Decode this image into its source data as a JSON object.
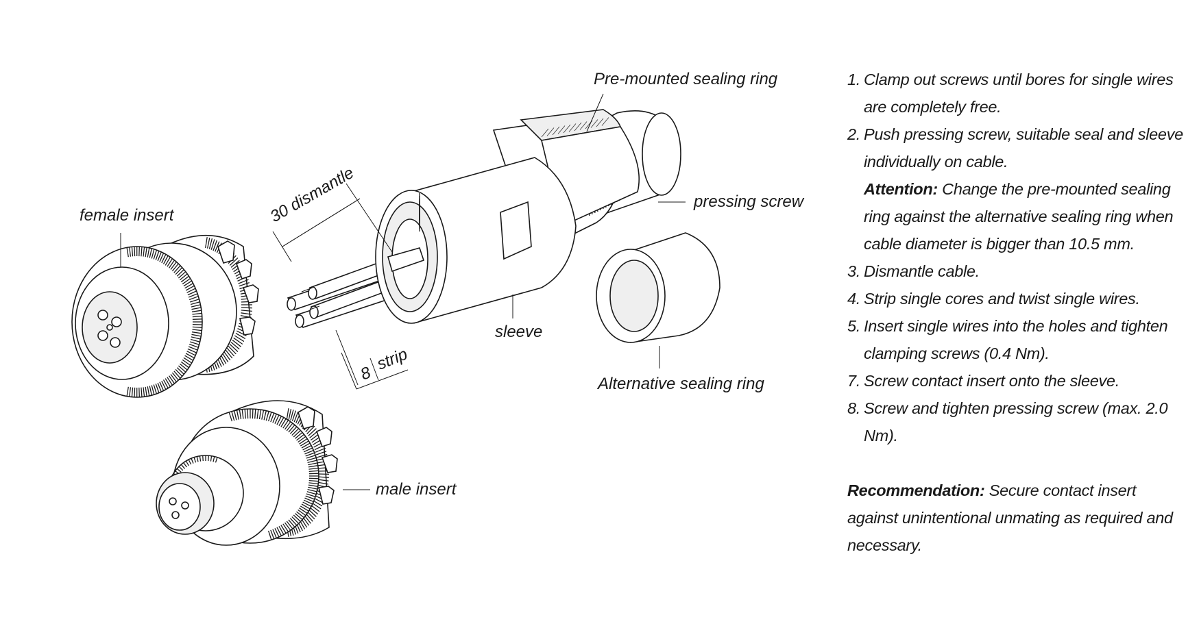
{
  "labels": {
    "female_insert": "female insert",
    "male_insert": "male insert",
    "dismantle": "30 dismantle",
    "strip_num": "8",
    "strip": "strip",
    "sleeve": "sleeve",
    "pre_mounted": "Pre-mounted sealing ring",
    "pressing_screw": "pressing screw",
    "alt_ring": "Alternative sealing ring"
  },
  "steps": [
    {
      "num": "1.",
      "text": "Clamp out screws until bores for single wires are completely free."
    },
    {
      "num": "2.",
      "text": "Push pressing screw, suitable seal and sleeve individually on cable."
    },
    {
      "num": "3.",
      "text": "Dismantle cable."
    },
    {
      "num": "4.",
      "text": "Strip single cores and twist single wires."
    },
    {
      "num": "5.",
      "text": "Insert single wires into the holes and tighten clamping screws (0.4 Nm)."
    },
    {
      "num": "7.",
      "text": "Screw contact insert onto the sleeve."
    },
    {
      "num": "8.",
      "text": "Screw and tighten pressing screw (max. 2.0 Nm)."
    }
  ],
  "attention": {
    "label": "Attention:",
    "text": "Change the pre-mounted sealing ring against the alternative sealing ring when cable diameter is bigger than 10.5 mm."
  },
  "recommendation": {
    "label": "Recommendation:",
    "text": "Secure contact insert against unintentional unmating as required and necessary."
  }
}
